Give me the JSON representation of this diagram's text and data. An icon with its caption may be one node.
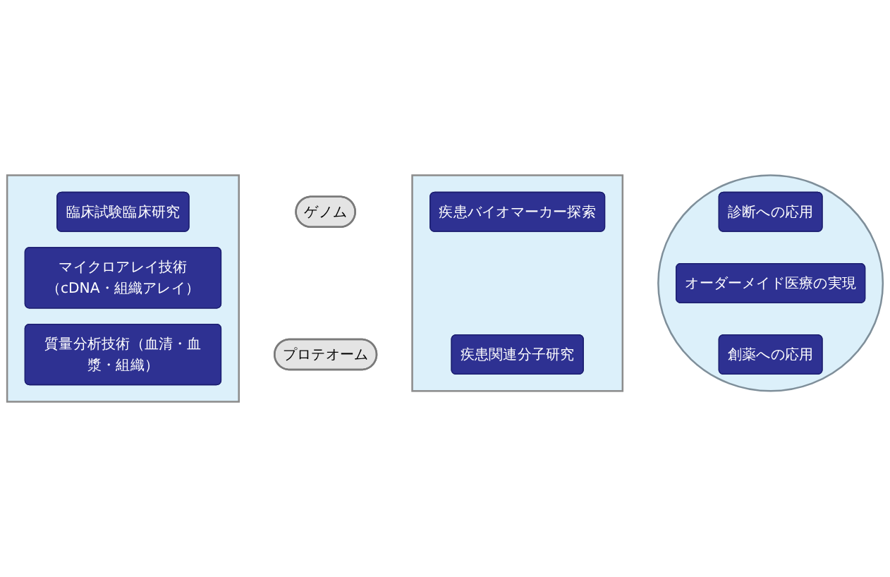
{
  "diagram": {
    "nodes": [
      {
        "text": [],
        "shape": "arrow"
      },
      {
        "text": [
          "臨床試験臨床研究"
        ],
        "in": 0
      },
      {
        "text": [
          "マイクロアレイ技術（cDNA・組織アレイ）"
        ],
        "in": 0
      },
      {
        "text": [
          "質量分析技術（血清・血漿・組織）"
        ],
        "in": 0
      },
      {
        "text": [
          "ゲノム"
        ]
      },
      {
        "text": [
          "プロテオーム"
        ]
      },
      {
        "text": [],
        "shape": "arrow"
      },
      {
        "text": [
          "疾患バイオマーカー探索"
        ],
        "in": 6
      },
      {
        "text": [
          "疾患関連分子研究"
        ],
        "in": 6
      },
      {
        "text": [],
        "shape": "ellipse"
      },
      {
        "text": [
          "診断への応用"
        ],
        "in": 9
      },
      {
        "text": [
          "オーダーメイド医療の実現"
        ],
        "in": 9
      },
      {
        "text": [
          "創薬への応用"
        ],
        "in": 9
      }
    ],
    "edges": []
  }
}
